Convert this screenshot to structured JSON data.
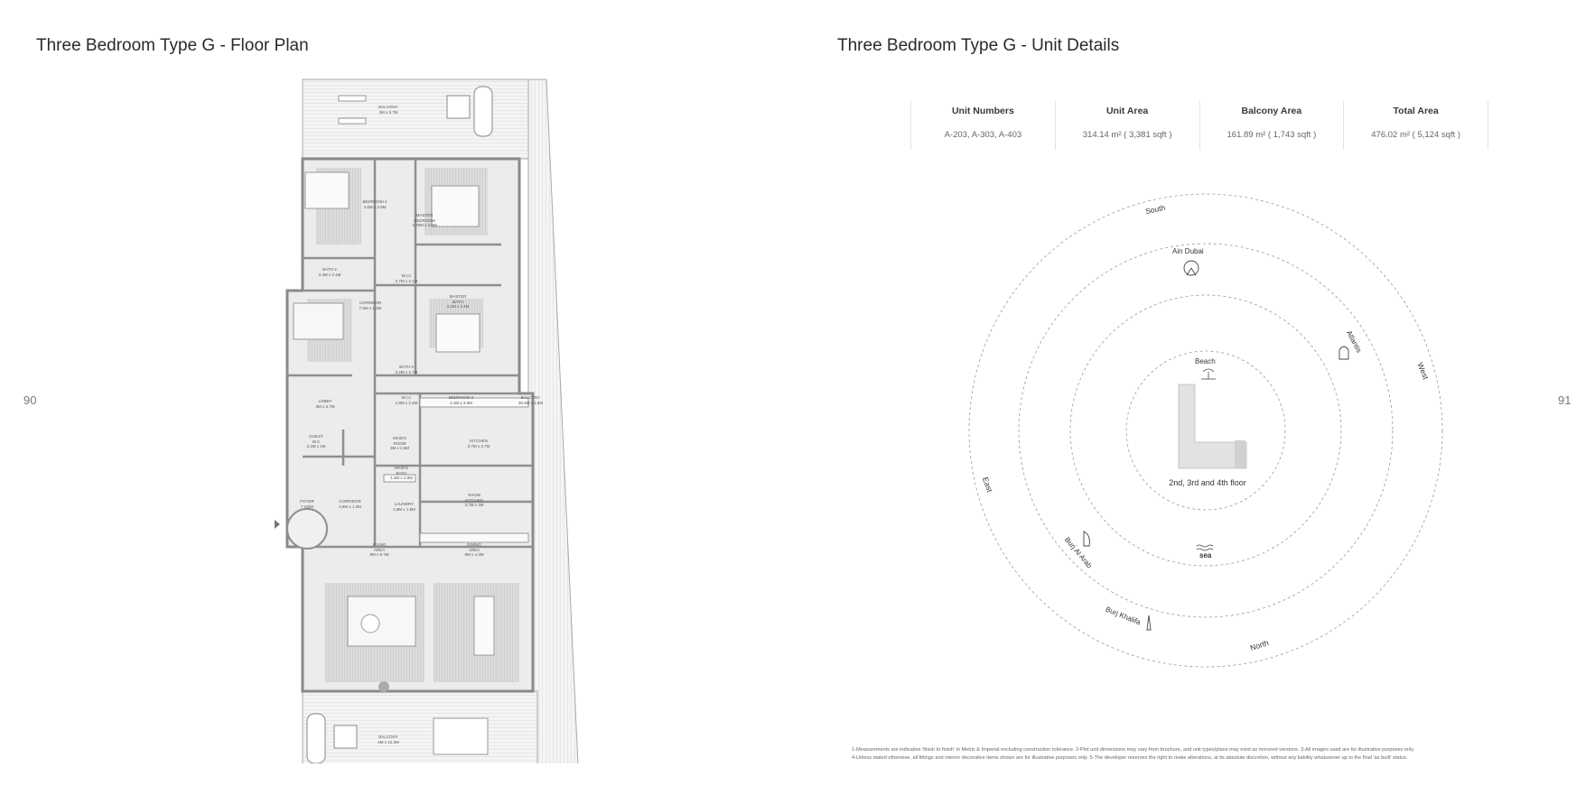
{
  "left_page": {
    "title": "Three Bedroom Type G - Floor Plan",
    "page_number": "90",
    "rooms": {
      "balcony_top": "BALCONY\n4M x 8.7M",
      "bedroom2": "BEDROOM 2\n3.6M x 3.8M",
      "guest_bedroom": "MASTER\nBEDROOM\n4.75M x 4.8M",
      "bath2": "BATH 2\n3.4M x 2.1M",
      "wic_upper": "W.I.C\n2.7M x 3.1M",
      "corridor_upper": "CORRIDOR\n7.6M x 1.3M",
      "master_bath": "MASTER\nBATH\n4.1M x 3.4M",
      "bath3": "BATH 3\n3.2M x 2.7M",
      "lobby": "LOBBY\n3M x 3.7M",
      "wic_lower": "W.I.C\n1.8M x 2.4M",
      "bedroom3": "BEDROOM 3\n4.1M x 3.6M",
      "balcony_side": "BALCONY\n36.4M x 1.8M",
      "guest_wc": "GUEST\nW.C\n2.1M x 1M",
      "maids_room": "MAID'S\nROOM\n3M x 2.5M",
      "kitchen": "KITCHEN\n3.7M x 3.7M",
      "maids_bath": "MAID'S\nBATH\n1.4M x 2.8M",
      "foyer": "FOYER\n7 SQM",
      "corridor_lower": "CORRIDOR\n3.6M x 1.2M",
      "laundry": "LAUNDRY\n1.8M x 1.8M",
      "show_kitchen": "SHOW\nKITCHEN\n3.7M x 4M",
      "living_area": "LIVING\nAREA\n8M x 8.7M",
      "dining_area": "DINING\nAREA\n8M x 4.4M",
      "balcony_bottom": "BALCONY\n4M x 12.3M"
    },
    "colors": {
      "wall": "#9a9a9a",
      "floor": "#e8e8e8",
      "deck": "#f2f2f2",
      "line": "#b5b5b5"
    }
  },
  "right_page": {
    "title": "Three Bedroom Type G - Unit Details",
    "page_number": "91",
    "details": {
      "headers": [
        "Unit Numbers",
        "Unit Area",
        "Balcony Area",
        "Total Area"
      ],
      "values": [
        "A-203, A-303, A-403",
        "314.14 m² ( 3,381 sqft )",
        "161.89 m² ( 1,743 sqft )",
        "476.02 m² ( 5,124 sqft )"
      ]
    },
    "compass": {
      "directions": {
        "south": "South",
        "west": "West",
        "north": "North",
        "east": "East"
      },
      "landmarks": {
        "ain_dubai": "Ain Dubai",
        "atlantis": "Atlantis",
        "beach": "Beach",
        "burj_al_arab": "Burj Al Arab",
        "burj_khalifa": "Burj Khalifa",
        "sea": "sea"
      },
      "floor_label": "2nd, 3rd and 4th floor"
    },
    "footnote_lines": [
      "1-Measurements are indicative 'finish to finish' in Metric & Imperial excluding construction tolerance. 2-Plot unit dimensions may vary from brochure, and unit types/plans may exist as mirrored versions. 3-All images used are for illustrative purposes only.",
      "4-Unless stated otherwise, all fittings and interior decorative items shown are for illustrative purposes only. 5-The developer reserves the right to make alterations, at its absolute discretion, without any liability whatsoever up to the final 'as built' status."
    ]
  }
}
